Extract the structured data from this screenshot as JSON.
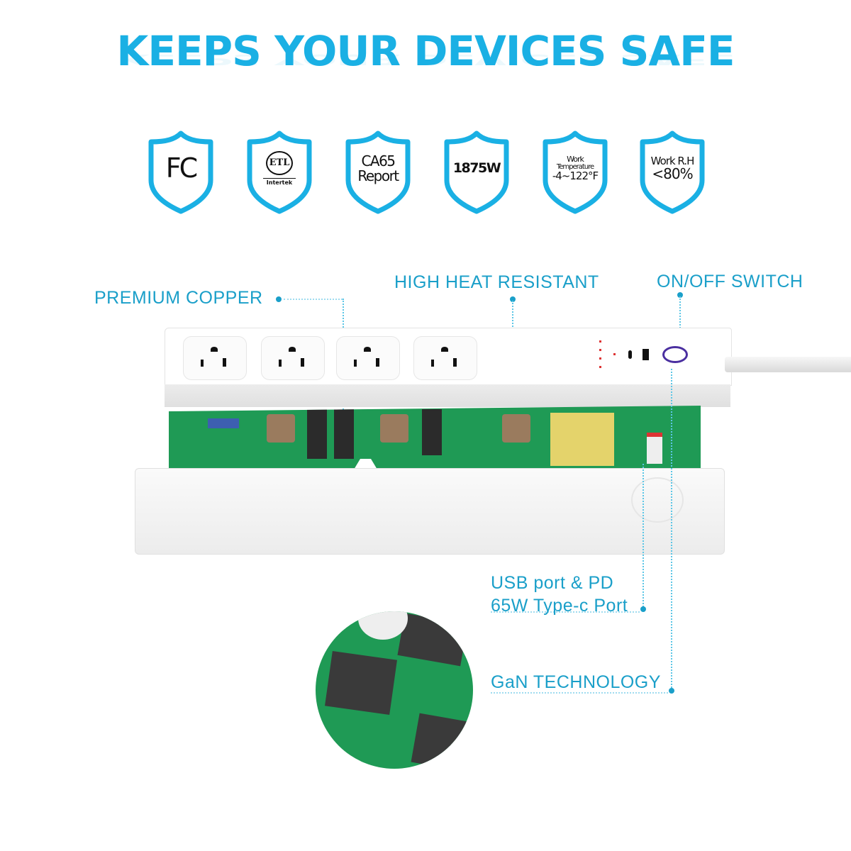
{
  "header": {
    "title": "KEEPS YOUR DEVICES SAFE"
  },
  "badges": [
    {
      "name": "fcc",
      "lines": [
        "FC"
      ],
      "icon": "fcc-logo"
    },
    {
      "name": "etl",
      "lines": [
        "ETL",
        "Intertek"
      ],
      "icon": "etl-intertek-logo"
    },
    {
      "name": "ca65",
      "lines": [
        "CA65",
        "Report"
      ]
    },
    {
      "name": "power",
      "lines": [
        "1875W"
      ]
    },
    {
      "name": "temperature",
      "lines": [
        "Work",
        "Temperature",
        "-4~122°F"
      ]
    },
    {
      "name": "humidity",
      "lines": [
        "Work R.H",
        "<80%"
      ]
    }
  ],
  "callouts": {
    "premium_copper": "PREMIUM COPPER",
    "high_heat": "HIGH HEAT RESISTANT",
    "switch": "ON/OFF SWITCH",
    "usb_line1": "USB port & PD",
    "usb_line2": "65W Type-c Port",
    "gan": "GaN TECHNOLOGY"
  },
  "product": {
    "outlet_count": 4,
    "indicator_leds": 4,
    "ports": [
      "USB-C",
      "USB-A"
    ],
    "switch_color": "#4a2fa0"
  },
  "colors": {
    "accent": "#1ab0e4",
    "label": "#1a9fc9",
    "pcb": "#1f9a55"
  }
}
